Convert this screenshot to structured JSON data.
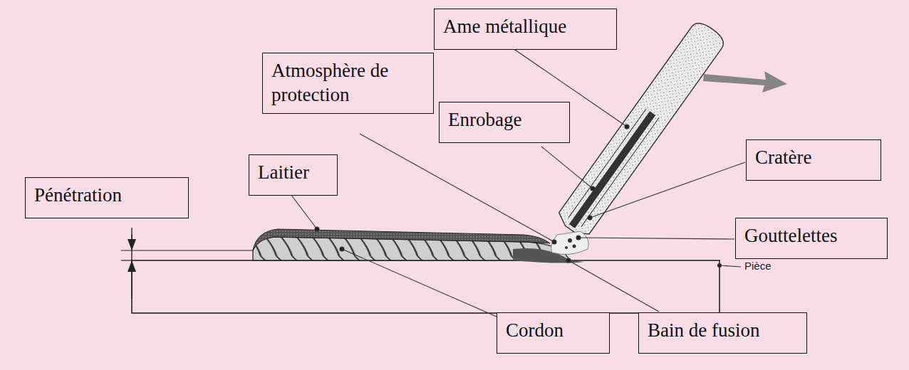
{
  "diagram": {
    "nodes": [
      {
        "text": [
          "Ame métallique"
        ]
      },
      {
        "text": [
          "Atmosphère de protection"
        ]
      },
      {
        "text": [
          "Enrobage"
        ]
      },
      {
        "text": [
          "Cratère"
        ]
      },
      {
        "text": [
          "Laitier"
        ]
      },
      {
        "text": [
          "Pénétration"
        ]
      },
      {
        "text": [
          "Gouttelettes"
        ]
      },
      {
        "text": [
          "Cordon"
        ]
      },
      {
        "text": [
          "Bain de fusion"
        ]
      }
    ],
    "labels": [
      "Pièce"
    ]
  }
}
